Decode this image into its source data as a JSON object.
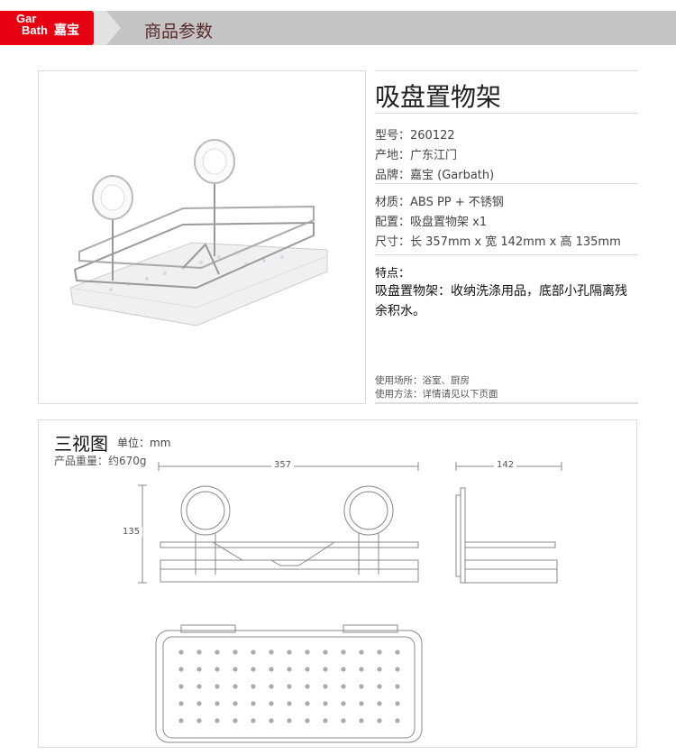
{
  "header": {
    "logo_en_1": "Gar",
    "logo_en_2": "Bath",
    "logo_cn": "嘉宝",
    "title": "商品参数",
    "brand_color": "#e60012"
  },
  "product": {
    "title": "吸盘置物架",
    "specs_a": [
      "型号：260122",
      "产地：广东江门",
      "品牌：嘉宝 (Garbath)"
    ],
    "specs_b": [
      "材质：ABS  PP + 不锈钢",
      "配置：吸盘置物架 x1",
      "尺寸：长 357mm x 宽 142mm x 高 135mm"
    ],
    "features_label": "特点：",
    "features": "吸盘置物架：收纳洗涤用品，底部小孔隔离残余积水。",
    "usage": [
      "使用场所：浴室、厨房",
      "使用方法：详情请见以下页面"
    ]
  },
  "three_view": {
    "title": "三视图",
    "unit": "单位：mm",
    "weight": "产品重量：约670g",
    "length": "357",
    "width": "142",
    "height": "135"
  }
}
